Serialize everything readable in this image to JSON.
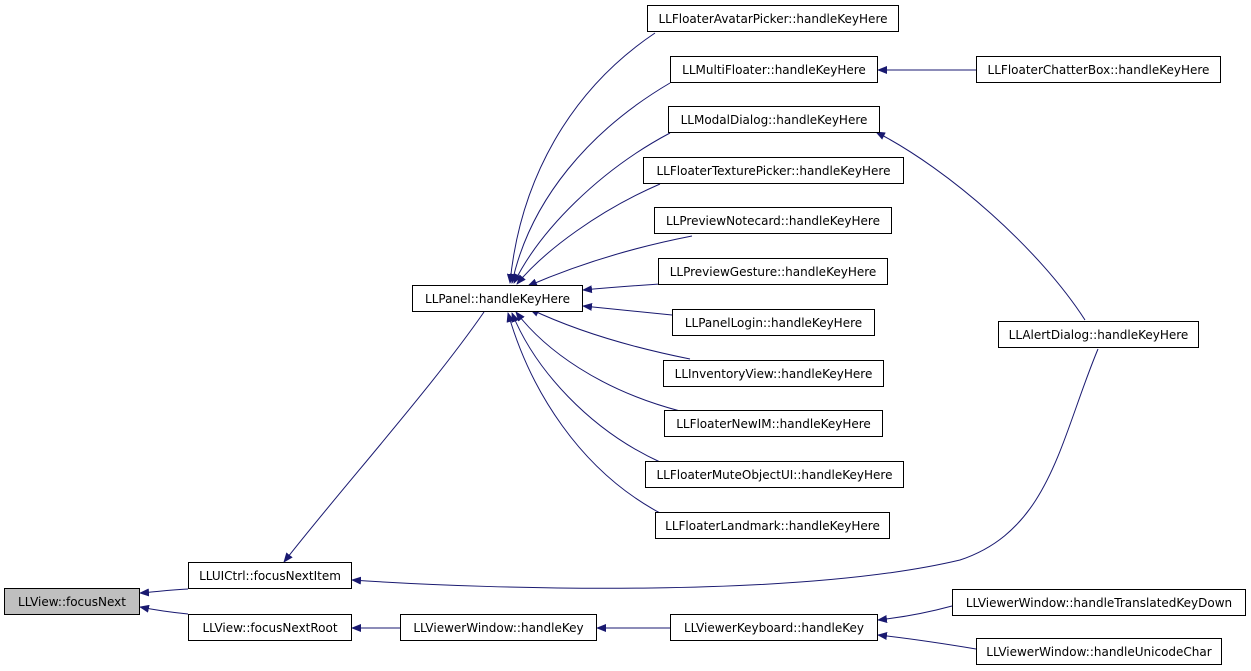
{
  "nodes": {
    "focusNext": "LLView::focusNext",
    "focusNextItem": "LLUICtrl::focusNextItem",
    "focusNextRoot": "LLView::focusNextRoot",
    "panelHandle": "LLPanel::handleKeyHere",
    "avatarPicker": "LLFloaterAvatarPicker::handleKeyHere",
    "multiFloater": "LLMultiFloater::handleKeyHere",
    "chatterBox": "LLFloaterChatterBox::handleKeyHere",
    "modalDialog": "LLModalDialog::handleKeyHere",
    "texturePicker": "LLFloaterTexturePicker::handleKeyHere",
    "previewNotecard": "LLPreviewNotecard::handleKeyHere",
    "previewGesture": "LLPreviewGesture::handleKeyHere",
    "panelLogin": "LLPanelLogin::handleKeyHere",
    "inventoryView": "LLInventoryView::handleKeyHere",
    "floaterNewIM": "LLFloaterNewIM::handleKeyHere",
    "muteObject": "LLFloaterMuteObjectUI::handleKeyHere",
    "floaterLandmark": "LLFloaterLandmark::handleKeyHere",
    "alertDialog": "LLAlertDialog::handleKeyHere",
    "viewerWindowKey": "LLViewerWindow::handleKey",
    "viewerKeyboard": "LLViewerKeyboard::handleKey",
    "translatedKeyDown": "LLViewerWindow::handleTranslatedKeyDown",
    "unicodeChar": "LLViewerWindow::handleUnicodeChar"
  },
  "colors": {
    "edge": "#191970",
    "root_fill": "#bfbfbf"
  }
}
